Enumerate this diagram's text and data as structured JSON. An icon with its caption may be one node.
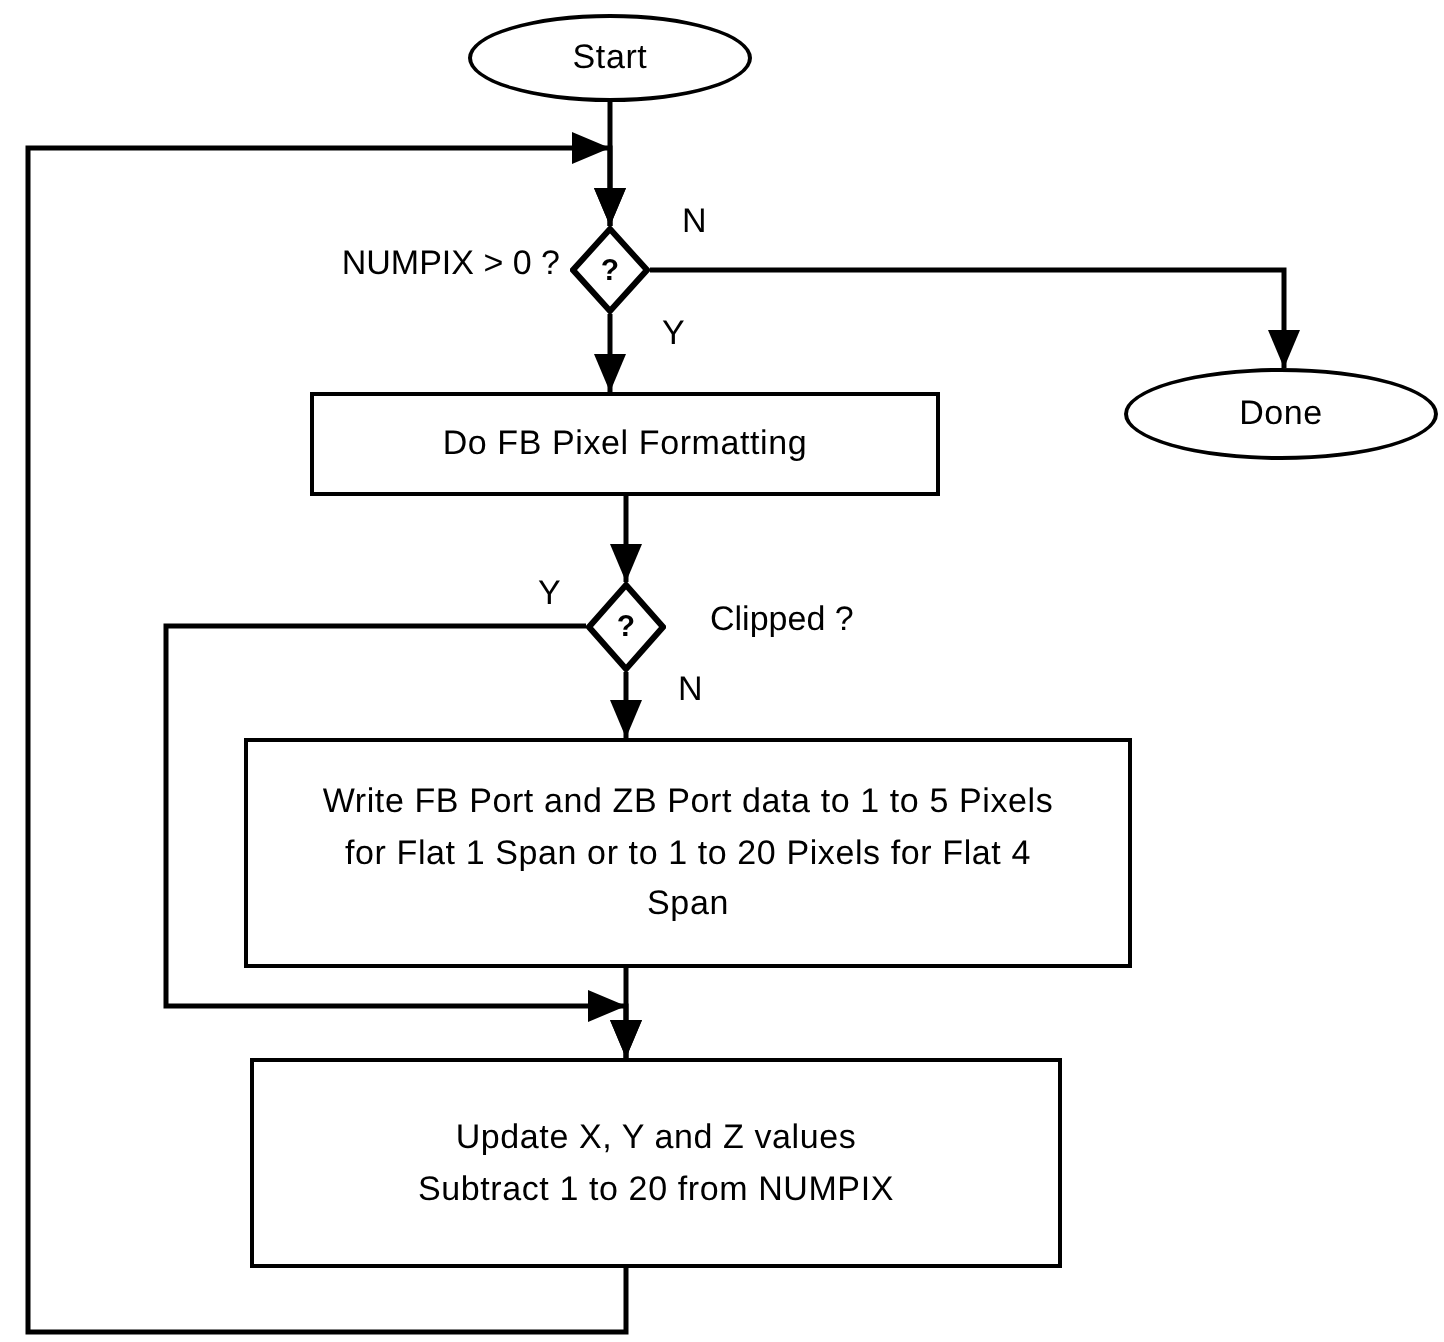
{
  "diagram": {
    "nodes": [
      {
        "text": [
          "Start"
        ]
      },
      {
        "text": [
          "?"
        ],
        "beside": [
          "NUMPIX > 0 ?"
        ]
      },
      {
        "text": [
          "Done"
        ]
      },
      {
        "text": [
          "Do FB Pixel Formatting"
        ]
      },
      {
        "text": [
          "?"
        ],
        "beside": [
          "Clipped ?"
        ]
      },
      {
        "text": [
          "Write FB Port and ZB Port data to 1 to 5 Pixels for Flat 1 Span or to 1 to 20 Pixels for Flat 4 Span"
        ]
      },
      {
        "text": [
          "Update X, Y and Z values",
          "Subtract 1 to 20 from NUMPIX"
        ]
      }
    ],
    "edges": [
      {
        "from": 0,
        "to": 1,
        "arrow": "to"
      },
      {
        "from": 1,
        "to": 2,
        "arrow": "to",
        "label": "N"
      },
      {
        "from": 1,
        "to": 3,
        "arrow": "to",
        "label": "Y"
      },
      {
        "from": 3,
        "to": 4,
        "arrow": "to"
      },
      {
        "from": 4,
        "to": 5,
        "arrow": "to",
        "label": "N"
      },
      {
        "from": 4,
        "to": 6,
        "arrow": "to",
        "label": "Y"
      },
      {
        "from": 5,
        "to": 6,
        "arrow": "to"
      },
      {
        "from": 6,
        "to": 1,
        "arrow": "to"
      }
    ]
  }
}
